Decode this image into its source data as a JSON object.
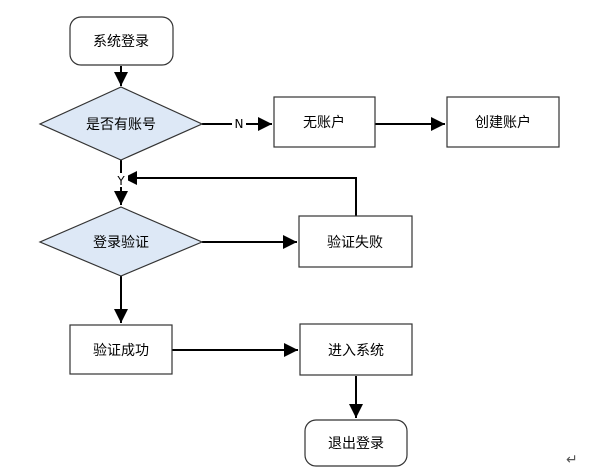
{
  "nodes": {
    "start": {
      "label": "系统登录",
      "shape": "rounded-rect"
    },
    "has_account": {
      "label": "是否有账号",
      "shape": "diamond"
    },
    "no_account": {
      "label": "无账户",
      "shape": "rect"
    },
    "create_account": {
      "label": "创建账户",
      "shape": "rect"
    },
    "verify": {
      "label": "登录验证",
      "shape": "diamond"
    },
    "verify_failed": {
      "label": "验证失败",
      "shape": "rect"
    },
    "verify_success": {
      "label": "验证成功",
      "shape": "rect"
    },
    "enter_system": {
      "label": "进入系统",
      "shape": "rect"
    },
    "logout": {
      "label": "退出登录",
      "shape": "rounded-rect"
    }
  },
  "edges": {
    "no_label": "N",
    "yes_label": "Y"
  },
  "colors": {
    "diamond_fill": "#dde8f6",
    "box_fill": "#ffffff",
    "stroke": "#000000",
    "box_border": "#333333"
  },
  "return_mark": "↵"
}
